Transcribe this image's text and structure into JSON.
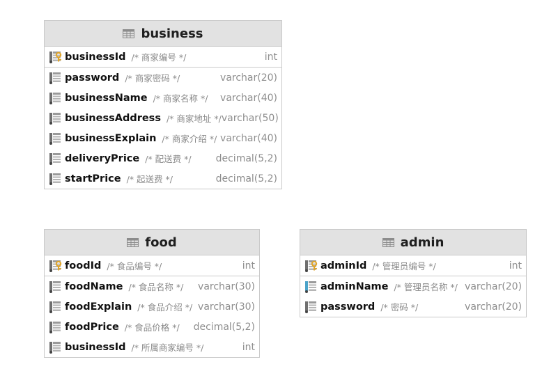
{
  "entities": {
    "business": {
      "name": "business",
      "columns": [
        {
          "name": "businessId",
          "comment": "/* 商家编号 */",
          "type": "int",
          "key": "primary"
        },
        {
          "name": "password",
          "comment": "/* 商家密码 */",
          "type": "varchar(20)",
          "key": "none"
        },
        {
          "name": "businessName",
          "comment": "/* 商家名称 */",
          "type": "varchar(40)",
          "key": "none"
        },
        {
          "name": "businessAddress",
          "comment": "/* 商家地址 */",
          "type": "varchar(50)",
          "key": "none"
        },
        {
          "name": "businessExplain",
          "comment": "/* 商家介绍 */",
          "type": "varchar(40)",
          "key": "none"
        },
        {
          "name": "deliveryPrice",
          "comment": "/* 配送费 */",
          "type": "decimal(5,2)",
          "key": "none"
        },
        {
          "name": "startPrice",
          "comment": "/* 起送费 */",
          "type": "decimal(5,2)",
          "key": "none"
        }
      ]
    },
    "food": {
      "name": "food",
      "columns": [
        {
          "name": "foodId",
          "comment": "/* 食品编号 */",
          "type": "int",
          "key": "primary"
        },
        {
          "name": "foodName",
          "comment": "/* 食品名称 */",
          "type": "varchar(30)",
          "key": "none"
        },
        {
          "name": "foodExplain",
          "comment": "/* 食品介绍 */",
          "type": "varchar(30)",
          "key": "none"
        },
        {
          "name": "foodPrice",
          "comment": "/* 食品价格 */",
          "type": "decimal(5,2)",
          "key": "none"
        },
        {
          "name": "businessId",
          "comment": "/* 所属商家编号 */",
          "type": "int",
          "key": "none"
        }
      ]
    },
    "admin": {
      "name": "admin",
      "columns": [
        {
          "name": "adminId",
          "comment": "/* 管理员编号 */",
          "type": "int",
          "key": "primary"
        },
        {
          "name": "adminName",
          "comment": "/* 管理员名称 */",
          "type": "varchar(20)",
          "key": "unique"
        },
        {
          "name": "password",
          "comment": "/* 密码 */",
          "type": "varchar(20)",
          "key": "none"
        }
      ]
    }
  },
  "colors": {
    "header_bg": "#e2e2e2",
    "border": "#c9c9c9",
    "key_icon": "#e0a52a",
    "unique_mark": "#4aa3c9",
    "icon_gray": "#6f6f6f"
  },
  "icons": {
    "table": "table-icon",
    "primary_key_column": "primary-key-column-icon",
    "unique_column": "unique-column-icon",
    "column": "column-icon"
  }
}
